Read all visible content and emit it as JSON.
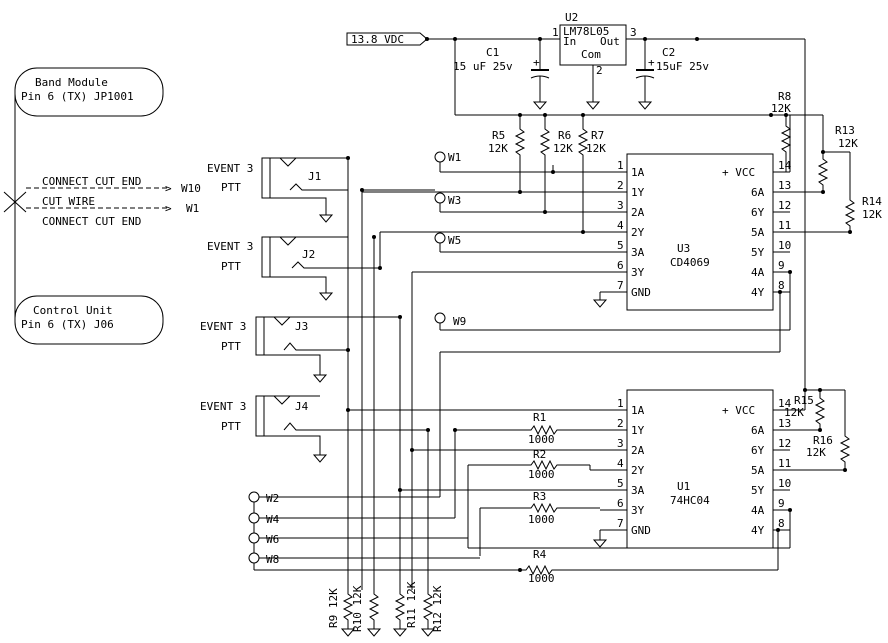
{
  "supply": {
    "label": "13.8 VDC"
  },
  "regulator": {
    "ref": "U2",
    "part": "LM78L05",
    "in": "In",
    "out": "Out",
    "com": "Com",
    "pin_in": "1",
    "pin_out": "3",
    "pin_com": "2"
  },
  "capacitors": [
    {
      "ref": "C1",
      "value": "15 uF 25v"
    },
    {
      "ref": "C2",
      "value": "15uF 25v"
    }
  ],
  "notes": {
    "band_l1": "Band Module",
    "band_l2": "Pin 6 (TX) JP1001",
    "control_l1": "Control Unit",
    "control_l2": "Pin 6 (TX) J06",
    "connect1": "CONNECT CUT END",
    "cutwire": "CUT WIRE",
    "connect2": "CONNECT CUT END",
    "to_w10": "W10",
    "to_w1": "W1"
  },
  "jacks": [
    {
      "ref": "J1",
      "event": "EVENT 3",
      "ptt": "PTT"
    },
    {
      "ref": "J2",
      "event": "EVENT 3",
      "ptt": "PTT"
    },
    {
      "ref": "J3",
      "event": "EVENT 3",
      "ptt": "PTT"
    },
    {
      "ref": "J4",
      "event": "EVENT 3",
      "ptt": "PTT"
    }
  ],
  "wires": {
    "W1": "W1",
    "W3": "W3",
    "W5": "W5",
    "W9": "W9",
    "W2": "W2",
    "W4": "W4",
    "W6": "W6",
    "W8": "W8"
  },
  "u3": {
    "ref": "U3",
    "part": "CD4069"
  },
  "u1": {
    "ref": "U1",
    "part": "74HC04"
  },
  "ic_pins_left": [
    {
      "num": "1",
      "name": "1A"
    },
    {
      "num": "2",
      "name": "1Y"
    },
    {
      "num": "3",
      "name": "2A"
    },
    {
      "num": "4",
      "name": "2Y"
    },
    {
      "num": "5",
      "name": "3A"
    },
    {
      "num": "6",
      "name": "3Y"
    },
    {
      "num": "7",
      "name": "GND"
    }
  ],
  "ic_pins_right": [
    {
      "num": "14",
      "name": "+ VCC"
    },
    {
      "num": "13",
      "name": "6A"
    },
    {
      "num": "12",
      "name": "6Y"
    },
    {
      "num": "11",
      "name": "5A"
    },
    {
      "num": "10",
      "name": "5Y"
    },
    {
      "num": "9",
      "name": "4A"
    },
    {
      "num": "8",
      "name": "4Y"
    }
  ],
  "resistors": {
    "R5": "R5",
    "R5v": "12K",
    "R6": "R6",
    "R6v": "12K",
    "R7": "R7",
    "R7v": "12K",
    "R8": "R8",
    "R8v": "12K",
    "R13": "R13",
    "R13v": "12K",
    "R14": "R14",
    "R14v": "12K",
    "R15": "R15",
    "R15v": "12K",
    "R16": "R16",
    "R16v": "12K",
    "R1": "R1",
    "R1v": "1000",
    "R2": "R2",
    "R2v": "1000",
    "R3": "R3",
    "R3v": "1000",
    "R4": "R4",
    "R4v": "1000",
    "R9": "R9 12K",
    "R10": "R10 12K",
    "R11": "R11 12K",
    "R12": "R12 12K"
  }
}
